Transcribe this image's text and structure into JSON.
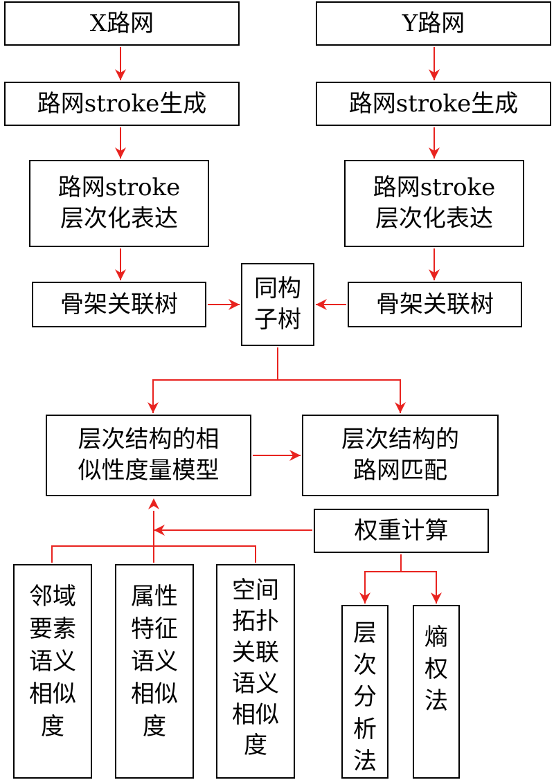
{
  "nodes": {
    "x_network": "X路网",
    "y_network": "Y路网",
    "x_stroke_gen": "路网stroke生成",
    "y_stroke_gen": "路网stroke生成",
    "x_hier_line1": "路网stroke",
    "x_hier_line2": "层次化表达",
    "y_hier_line1": "路网stroke",
    "y_hier_line2": "层次化表达",
    "x_skeleton": "骨架关联树",
    "y_skeleton": "骨架关联树",
    "iso_line1": "同构",
    "iso_line2": "子树",
    "sim_model_line1": "层次结构的相",
    "sim_model_line2": "似性度量模型",
    "match_line1": "层次结构的",
    "match_line2": "路网匹配",
    "weight_calc": "权重计算",
    "neighbor_sim": [
      "邻域",
      "要素",
      "语义",
      "相似",
      "度"
    ],
    "attr_sim": [
      "属性",
      "特征",
      "语义",
      "相似",
      "度"
    ],
    "spatial_sim": [
      "空间",
      "拓扑",
      "关联",
      "语义",
      "相似",
      "度"
    ],
    "ahp": [
      "层",
      "次",
      "分",
      "析",
      "法"
    ],
    "entropy": [
      "熵",
      "权",
      "法"
    ]
  },
  "colors": {
    "arrow": "#e8231f",
    "border": "#000000"
  }
}
